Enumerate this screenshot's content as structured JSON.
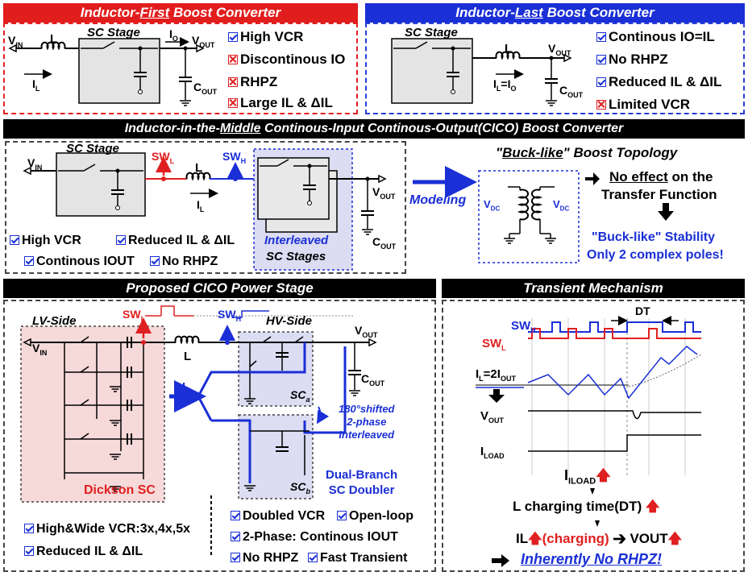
{
  "panels": {
    "inductor_first": {
      "title_pre": "Inductor-",
      "title_em": "First",
      "title_post": " Boost Converter",
      "stage_label": "SC Stage",
      "vin": "VIN",
      "inductor": "L",
      "il": "IL",
      "io": "IO",
      "vout": "VOUT",
      "cout": "COUT",
      "features": [
        {
          "status": "pro",
          "text": "High VCR"
        },
        {
          "status": "con",
          "text": "Discontinous IO"
        },
        {
          "status": "con",
          "text": "RHPZ"
        },
        {
          "status": "con",
          "text": "Large IL & ΔIL"
        }
      ]
    },
    "inductor_last": {
      "title_pre": "Inductor-",
      "title_em": "Last",
      "title_post": " Boost Converter",
      "stage_label": "SC Stage",
      "inductor": "L",
      "vout": "VOUT",
      "il_io": "IL=IO",
      "cout": "COUT",
      "features": [
        {
          "status": "pro",
          "text": "Continous IO=IL"
        },
        {
          "status": "pro",
          "text": "No RHPZ"
        },
        {
          "status": "pro",
          "text": "Reduced IL & ΔIL"
        },
        {
          "status": "con",
          "text": "Limited VCR"
        }
      ]
    },
    "middle": {
      "title_pre": "Inductor-in-the-",
      "title_em": "Middle",
      "title_post": " Continous-Input Continous-Output(CICO) Boost Converter",
      "vin": "VIN",
      "stage_label": "SC Stage",
      "swl": "SWL",
      "swh": "SWH",
      "inductor": "L",
      "il": "IL",
      "vout": "VOUT",
      "cout": "COUT",
      "interleaved_1": "Interleaved",
      "interleaved_2": "SC Stages",
      "modeling": "Modeling",
      "vdc": "VDC",
      "buck_q1": "\"",
      "buck_em": "Buck-like",
      "buck_q2": "\"",
      "buck_post": " Boost Topology",
      "no_effect_1": "No effect",
      "no_effect_2": " on the",
      "no_effect_3": "Transfer Function",
      "stability_1": "\"Buck-like\" Stability",
      "stability_2": "Only 2 complex poles!",
      "features": [
        {
          "status": "pro",
          "text": "High VCR"
        },
        {
          "status": "pro",
          "text": "Reduced IL & ΔIL"
        },
        {
          "status": "pro",
          "text": "Continous IOUT"
        },
        {
          "status": "pro",
          "text": "No RHPZ"
        }
      ]
    },
    "proposed": {
      "title": "Proposed CICO Power Stage",
      "lv_side": "LV-Side",
      "hv_side": "HV-Side",
      "vin": "VIN",
      "swl": "SWL",
      "swh": "SWH",
      "inductor": "L",
      "il": "IL",
      "vout": "VOUT",
      "cout": "COUT",
      "sca": "SCa",
      "scb": "SCb",
      "phase_1": "180°shifted",
      "phase_2": "2-phase",
      "phase_3": "Interleaved",
      "dickson": "Dickson SC",
      "doubler_1": "Dual-Branch",
      "doubler_2": "SC Doubler",
      "features_left": [
        {
          "status": "pro",
          "text": "High&Wide VCR:3x,4x,5x"
        },
        {
          "status": "pro",
          "text": "Reduced IL & ΔIL"
        }
      ],
      "features_right": [
        {
          "status": "pro",
          "text": "Doubled VCR"
        },
        {
          "status": "pro",
          "text": "Open-loop"
        },
        {
          "status": "pro",
          "text": "2-Phase: Continous IOUT"
        },
        {
          "status": "pro",
          "text": "No RHPZ"
        },
        {
          "status": "pro",
          "text": "Fast Transient"
        }
      ]
    },
    "transient": {
      "title": "Transient Mechanism",
      "dt": "DT",
      "swh": "SWH",
      "swl": "SWL",
      "il_eq": "IL=2IOUT",
      "vout": "VOUT",
      "iload": "ILOAD",
      "step1": "ILOAD",
      "step2": "L charging time(DT)",
      "step3_a": "IL",
      "step3_b": "(charging)",
      "step3_c": "VOUT",
      "conclusion": "Inherently No RHPZ!"
    }
  },
  "colors": {
    "red": "#e21d1d",
    "blue": "#1a2fd6",
    "black": "#000000",
    "pink_fill": "#f6d9d9",
    "lavender_fill": "#dcdcf2"
  }
}
